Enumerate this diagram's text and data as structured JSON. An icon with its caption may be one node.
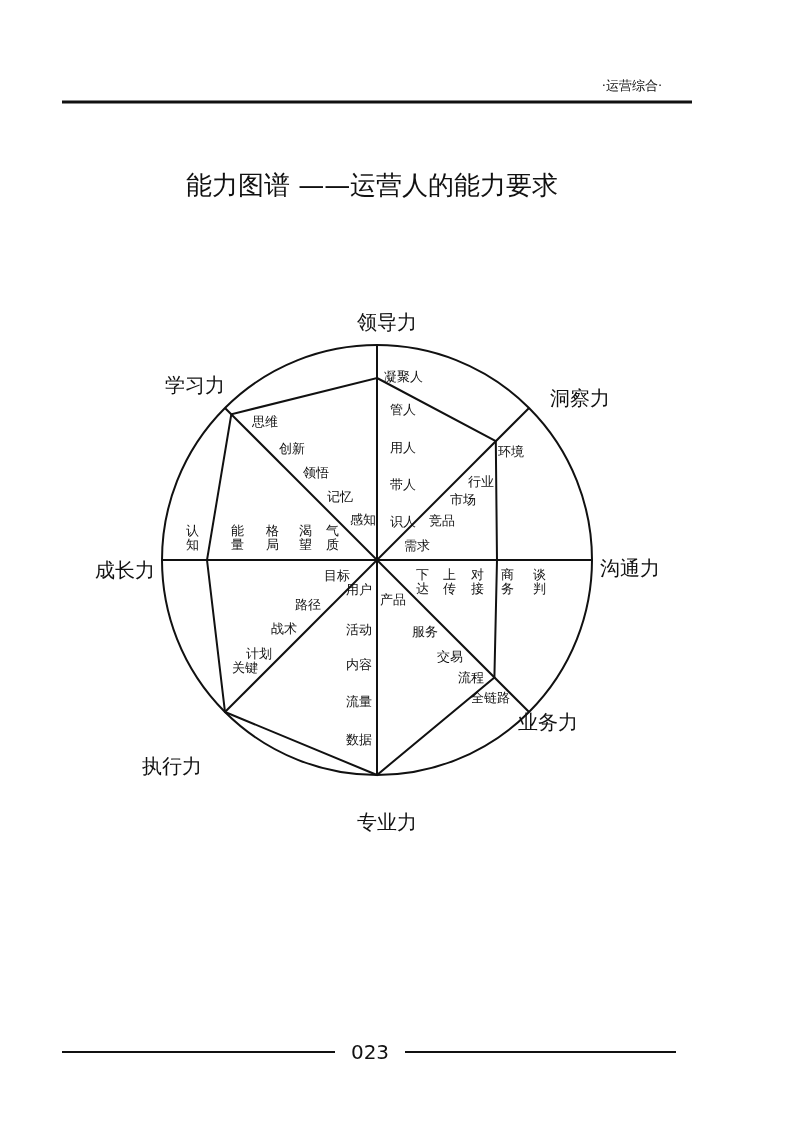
{
  "diagram": {
    "title": "能力图谱 ——运营人的能力要求",
    "labels": [
      "·运营综合·",
      "领导力",
      "洞察力",
      "沟通力",
      "业务力",
      "专业力",
      "执行力",
      "成长力",
      "学习力",
      "识人",
      "带人",
      "用人",
      "管人",
      "凝聚人",
      "需求",
      "竞品",
      "市场",
      "行业",
      "环境",
      "下达",
      "上传",
      "对接",
      "商务",
      "谈判",
      "产品",
      "服务",
      "交易",
      "流程",
      "全链路",
      "用户",
      "活动",
      "内容",
      "流量",
      "数据",
      "目标",
      "路径",
      "战术",
      "计划",
      "关键",
      "气质",
      "渴望",
      "格局",
      "能量",
      "认知",
      "感知",
      "记忆",
      "领悟",
      "创新",
      "思维",
      "023"
    ]
  }
}
